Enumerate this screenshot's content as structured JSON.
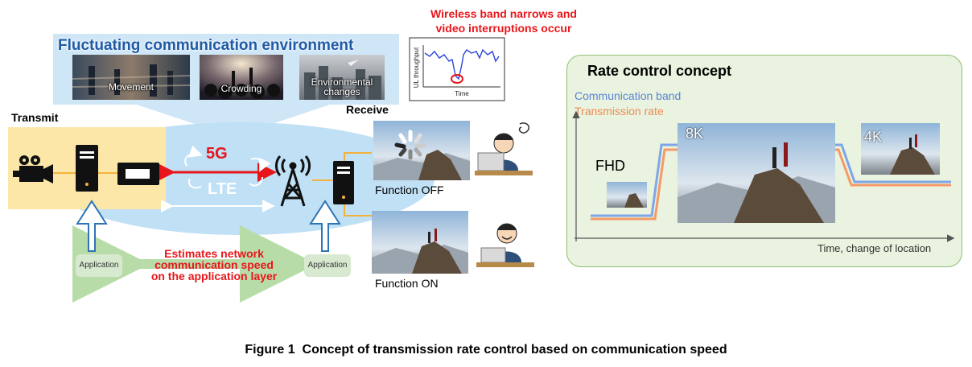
{
  "colors": {
    "ellipse": "#bfe0f5",
    "transmit_box": "#fce7a9",
    "rate_panel": "#e9f3df",
    "rate_panel_border": "#8fbf6f",
    "band_line": "#7fa6e6",
    "rate_line": "#f59a66",
    "red": "#e8161b",
    "arrow_blue": "#2e75b6"
  },
  "header": {
    "alert_line1": "Wireless band narrows and",
    "alert_line2": "video interruptions occur"
  },
  "environment": {
    "title": "Fluctuating communication environment",
    "photos": [
      {
        "label": "Movement"
      },
      {
        "label": "Crowding"
      },
      {
        "label": "Environmental changes"
      }
    ]
  },
  "throughput_chart": {
    "ylabel": "UL throughput",
    "xlabel": "Time"
  },
  "diagram": {
    "transmit_label": "Transmit",
    "receive_label": "Receive",
    "network_5g": "5G",
    "network_lte": "LTE",
    "app_left": "Application",
    "app_right": "Application",
    "estimate_line1": "Estimates network",
    "estimate_line2": "communication speed",
    "estimate_line3": "on the application layer",
    "function_off": "Function OFF",
    "function_on": "Function ON"
  },
  "rate_control": {
    "title": "Rate control concept",
    "legend_band": "Communication band",
    "legend_rate": "Transmission rate",
    "label_fhd": "FHD",
    "label_8k": "8K",
    "label_4k": "4K",
    "xaxis": "Time, change of location"
  },
  "figure_caption": "Figure 1  Concept of transmission rate control based on communication speed"
}
